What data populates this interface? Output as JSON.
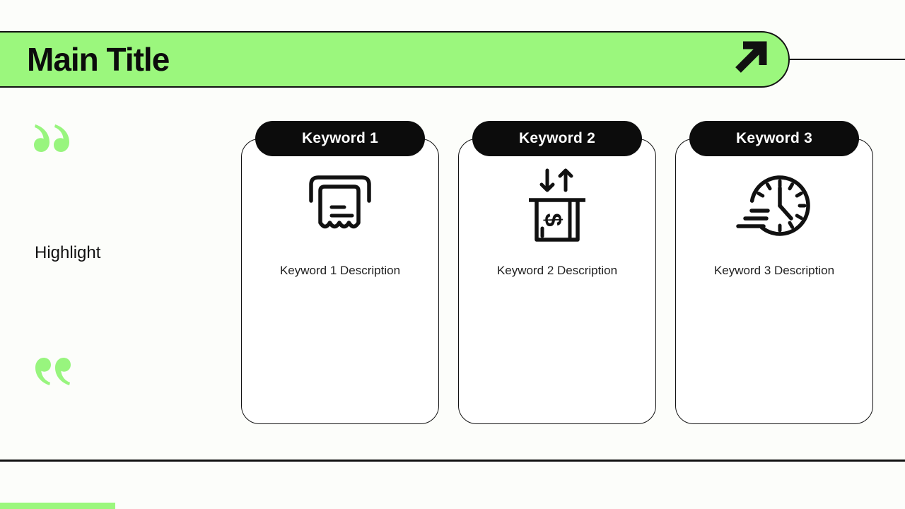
{
  "colors": {
    "accent_green": "#9BF77D",
    "pill_black": "#0c0c0c",
    "background": "#fcfdfa",
    "line_black": "#111111"
  },
  "header": {
    "title": "Main Title",
    "arrow_icon": "arrow-up-right-icon"
  },
  "sidebar": {
    "open_quote_icon": "open-quote-icon",
    "close_quote_icon": "close-quote-icon",
    "highlight_label": "Highlight"
  },
  "cards": [
    {
      "title": "Keyword 1",
      "description": "Keyword 1 Description",
      "icon": "receipt-printer-icon"
    },
    {
      "title": "Keyword 2",
      "description": "Keyword 2 Description",
      "icon": "cash-deposit-icon"
    },
    {
      "title": "Keyword 3",
      "description": "Keyword 3 Description",
      "icon": "fast-clock-icon"
    }
  ]
}
